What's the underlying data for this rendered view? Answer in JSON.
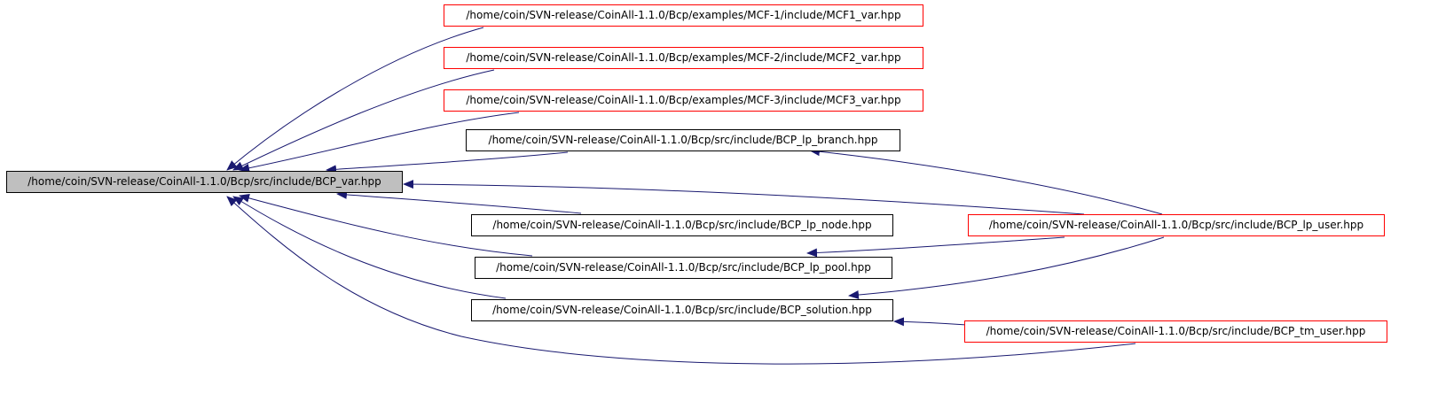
{
  "graph": {
    "root": {
      "label": "/home/coin/SVN-release/CoinAll-1.1.0/Bcp/src/include/BCP_var.hpp"
    },
    "nodes": [
      {
        "id": "mcf1",
        "label": "/home/coin/SVN-release/CoinAll-1.1.0/Bcp/examples/MCF-1/include/MCF1_var.hpp",
        "truncated": true
      },
      {
        "id": "mcf2",
        "label": "/home/coin/SVN-release/CoinAll-1.1.0/Bcp/examples/MCF-2/include/MCF2_var.hpp",
        "truncated": true
      },
      {
        "id": "mcf3",
        "label": "/home/coin/SVN-release/CoinAll-1.1.0/Bcp/examples/MCF-3/include/MCF3_var.hpp",
        "truncated": true
      },
      {
        "id": "lp_branch",
        "label": "/home/coin/SVN-release/CoinAll-1.1.0/Bcp/src/include/BCP_lp_branch.hpp",
        "truncated": false
      },
      {
        "id": "lp_node",
        "label": "/home/coin/SVN-release/CoinAll-1.1.0/Bcp/src/include/BCP_lp_node.hpp",
        "truncated": false
      },
      {
        "id": "lp_pool",
        "label": "/home/coin/SVN-release/CoinAll-1.1.0/Bcp/src/include/BCP_lp_pool.hpp",
        "truncated": false
      },
      {
        "id": "solution",
        "label": "/home/coin/SVN-release/CoinAll-1.1.0/Bcp/src/include/BCP_solution.hpp",
        "truncated": false
      },
      {
        "id": "lp_user",
        "label": "/home/coin/SVN-release/CoinAll-1.1.0/Bcp/src/include/BCP_lp_user.hpp",
        "truncated": true
      },
      {
        "id": "tm_user",
        "label": "/home/coin/SVN-release/CoinAll-1.1.0/Bcp/src/include/BCP_tm_user.hpp",
        "truncated": true
      }
    ],
    "edges": [
      {
        "from": "mcf1",
        "to": "root"
      },
      {
        "from": "mcf2",
        "to": "root"
      },
      {
        "from": "mcf3",
        "to": "root"
      },
      {
        "from": "lp_branch",
        "to": "root"
      },
      {
        "from": "lp_user",
        "to": "root"
      },
      {
        "from": "lp_node",
        "to": "root"
      },
      {
        "from": "lp_pool",
        "to": "root"
      },
      {
        "from": "solution",
        "to": "root"
      },
      {
        "from": "tm_user",
        "to": "root"
      },
      {
        "from": "lp_user",
        "to": "lp_branch"
      },
      {
        "from": "lp_user",
        "to": "lp_pool"
      },
      {
        "from": "lp_user",
        "to": "solution"
      },
      {
        "from": "tm_user",
        "to": "solution"
      }
    ],
    "colors": {
      "edge": "#191970",
      "truncated_border": "#ff0000",
      "root_fill": "#bfbfbf"
    }
  }
}
